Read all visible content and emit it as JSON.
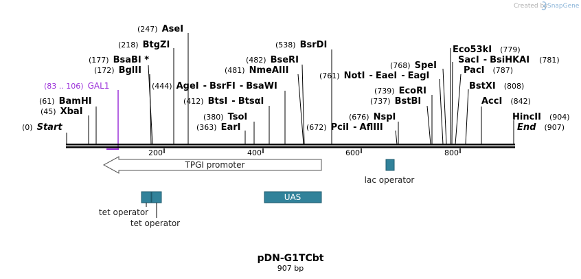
{
  "credit": {
    "prefix": "Created by",
    "brand": "SnapGene"
  },
  "map": {
    "title": "pDN-G1TCbt",
    "subtitle": "907 bp",
    "ticks": [
      "200",
      "400",
      "600",
      "800"
    ],
    "terminals": {
      "start": {
        "pos": "(0)",
        "name": "Start"
      },
      "end": {
        "pos": "(907)",
        "name": "End"
      }
    },
    "sites": {
      "aseI": {
        "pos": "(247)",
        "name": "AseI"
      },
      "btgzI": {
        "pos": "(218)",
        "name": "BtgZI"
      },
      "bsabI": {
        "pos": "(177)",
        "name": "BsaBI *"
      },
      "bglII": {
        "pos": "(172)",
        "name": "BglII"
      },
      "bamhI": {
        "pos": "(61)",
        "name": "BamHI"
      },
      "xbaI": {
        "pos": "(45)",
        "name": "XbaI"
      },
      "ageI": {
        "pos": "(444)",
        "name": "AgeI",
        "sep1": "-",
        "name2": "BsrFI",
        "sep2": "-",
        "name3": "BsaWI"
      },
      "btsI": {
        "pos": "(412)",
        "name": "BtsI",
        "sep1": "-",
        "name2": "BtsαI"
      },
      "tsoI": {
        "pos": "(380)",
        "name": "TsoI"
      },
      "earI": {
        "pos": "(363)",
        "name": "EarI"
      },
      "bsrdI": {
        "pos": "(538)",
        "name": "BsrDI"
      },
      "bseRI": {
        "pos": "(482)",
        "name": "BseRI"
      },
      "nmeaiii": {
        "pos": "(481)",
        "name": "NmeAIII"
      },
      "notI": {
        "pos": "(761)",
        "name": "NotI",
        "sep1": "-",
        "name2": "EaeI",
        "sep2": "-",
        "name3": "EagI"
      },
      "speI": {
        "pos": "(768)",
        "name": "SpeI"
      },
      "ecoRI": {
        "pos": "(739)",
        "name": "EcoRI"
      },
      "bstBI": {
        "pos": "(737)",
        "name": "BstBI"
      },
      "nspI": {
        "pos": "(676)",
        "name": "NspI"
      },
      "pciI": {
        "pos": "(672)",
        "name": "PciI",
        "sep1": "-",
        "name2": "AflIII"
      },
      "eco53kI": {
        "pos": "(779)",
        "name": "Eco53kI"
      },
      "sacI": {
        "pos": "(781)",
        "name": "SacI",
        "sep1": "-",
        "name2": "BsiHKAI"
      },
      "pacI": {
        "pos": "(787)",
        "name": "PacI"
      },
      "bstXI": {
        "pos": "(808)",
        "name": "BstXI"
      },
      "accI": {
        "pos": "(842)",
        "name": "AccI"
      },
      "hincII": {
        "pos": "(904)",
        "name": "HincII"
      }
    },
    "gal1": {
      "range": "(83 .. 106)",
      "name": "GAL1",
      "color": "#9b30d9"
    },
    "features": {
      "promoter": "TPGI promoter",
      "lac": "lac operator",
      "tet1": "tet operator",
      "tet2": "tet operator",
      "uas": "UAS"
    },
    "colors": {
      "feature_fill": "#31829a",
      "feature_stroke": "#1f5b6d",
      "backbone": "#000000"
    }
  }
}
